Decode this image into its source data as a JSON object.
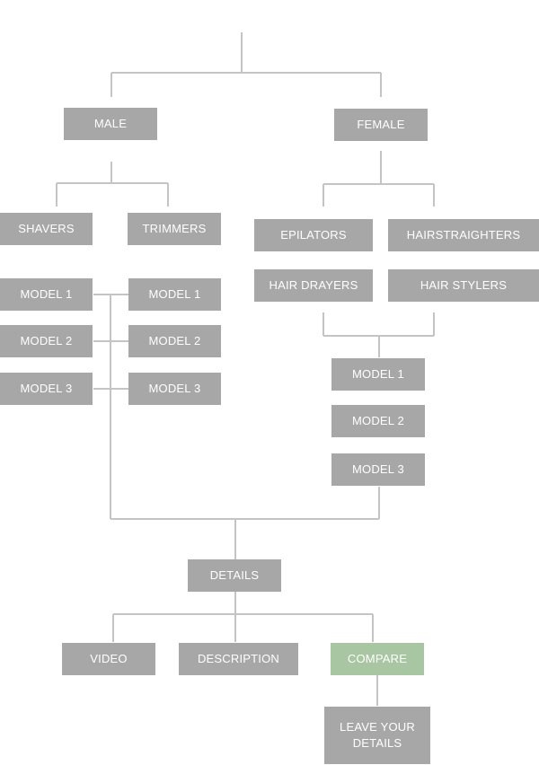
{
  "accent_color": "#a9c6a2",
  "node_color": "#a7a7a7",
  "line_color": "#c4c4c4",
  "nodes": {
    "male": "MALE",
    "female": "FEMALE",
    "shavers": "SHAVERS",
    "trimmers": "TRIMMERS",
    "epilators": "EPILATORS",
    "hairstraighters": "HAIRSTRAIGHTERS",
    "hair_drayers": "HAIR DRAYERS",
    "hair_stylers": "HAIR STYLERS",
    "shavers_models": [
      "MODEL 1",
      "MODEL 2",
      "MODEL 3"
    ],
    "trimmers_models": [
      "MODEL 1",
      "MODEL 2",
      "MODEL 3"
    ],
    "female_models": [
      "MODEL 1",
      "MODEL 2",
      "MODEL 3"
    ],
    "details": "DETAILS",
    "video": "VIDEO",
    "description": "DESCRIPTION",
    "compare": "COMPARE",
    "leave_details": "LEAVE YOUR DETAILS"
  }
}
